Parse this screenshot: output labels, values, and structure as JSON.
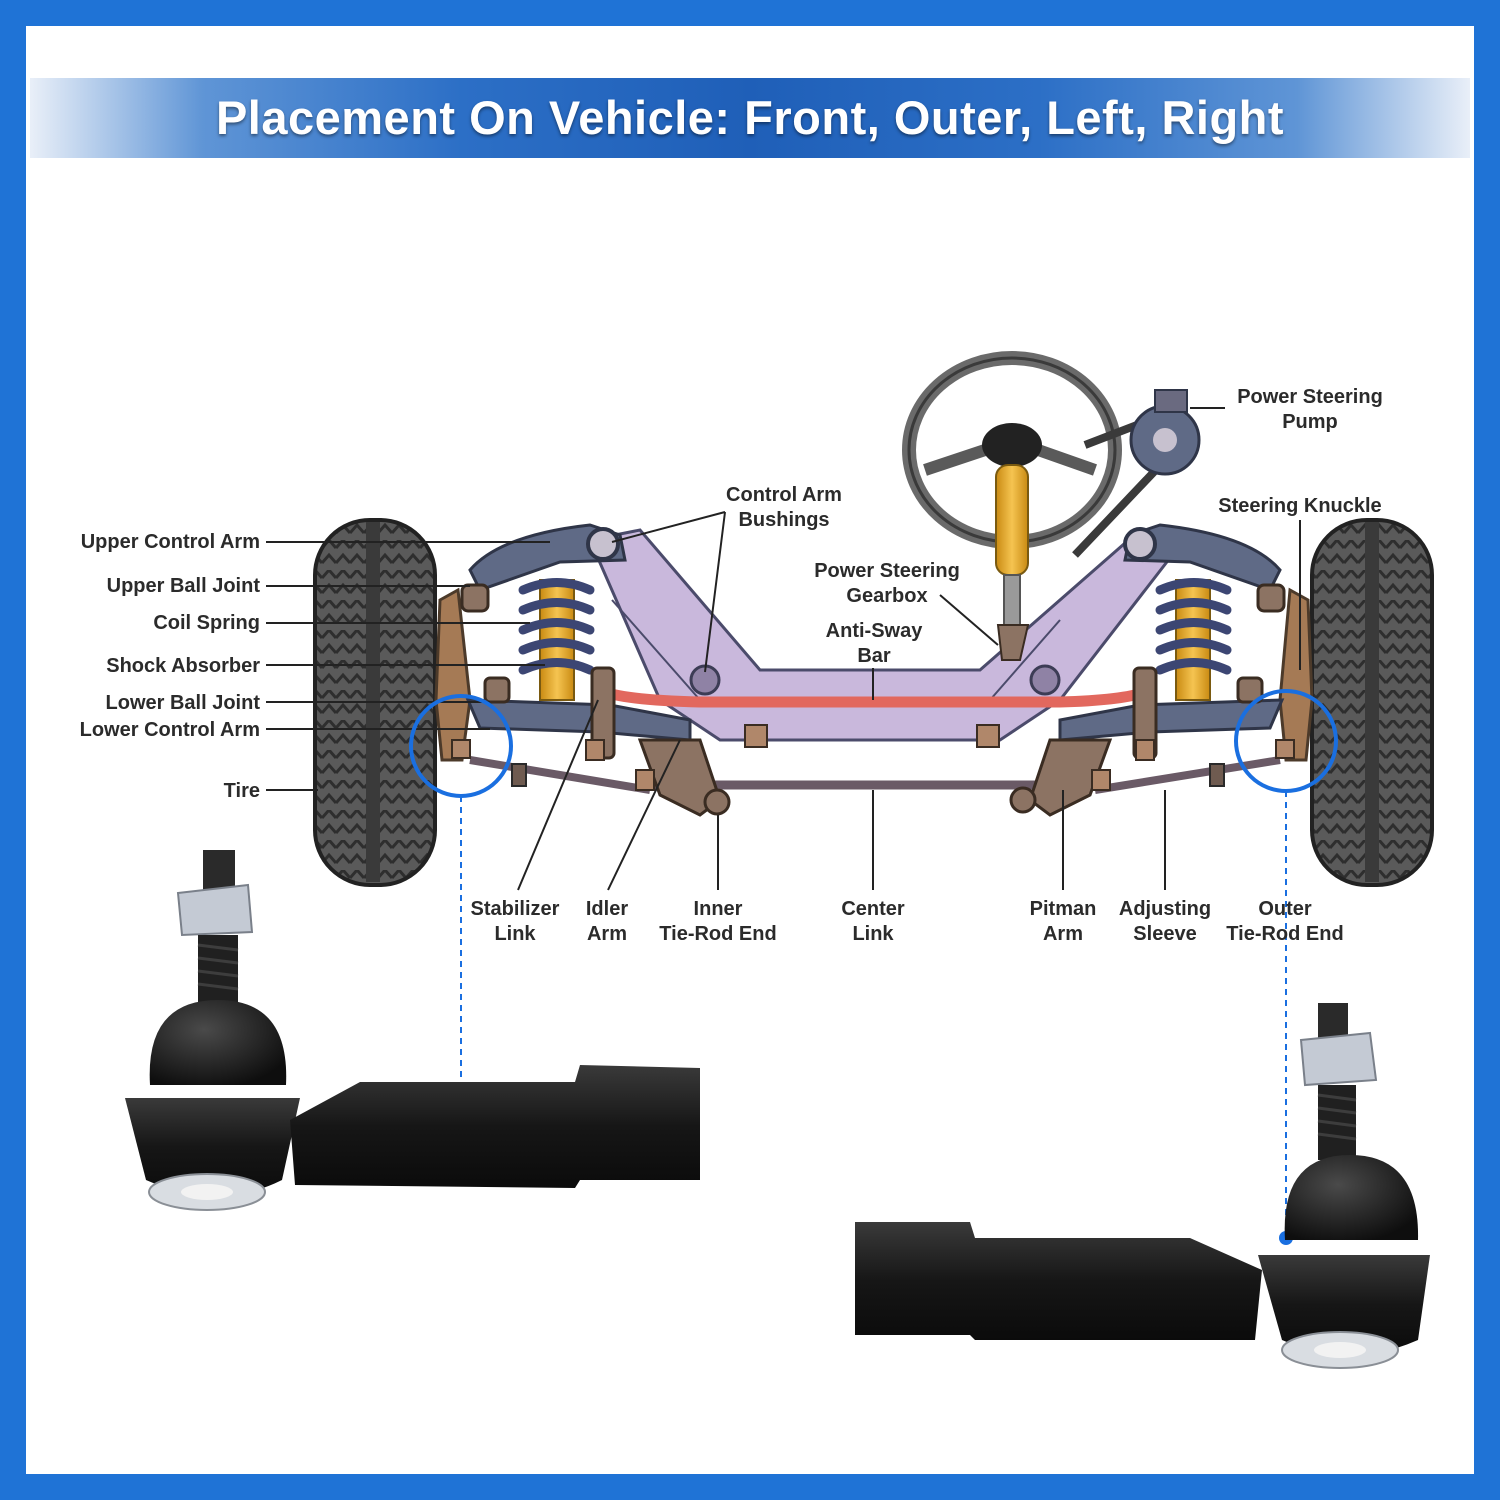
{
  "banner": {
    "title": "Placement On Vehicle: Front, Outer, Left, Right"
  },
  "labels": {
    "upper_control_arm": "Upper Control Arm",
    "upper_ball_joint": "Upper Ball Joint",
    "coil_spring": "Coil Spring",
    "shock_absorber": "Shock Absorber",
    "lower_ball_joint": "Lower Ball Joint",
    "lower_control_arm": "Lower Control Arm",
    "tire": "Tire",
    "control_arm_bushings": [
      "Control Arm",
      "Bushings"
    ],
    "power_steering_gearbox": [
      "Power Steering",
      "Gearbox"
    ],
    "anti_sway_bar": [
      "Anti-Sway",
      "Bar"
    ],
    "power_steering_pump": [
      "Power Steering",
      "Pump"
    ],
    "steering_knuckle": "Steering Knuckle",
    "stabilizer_link": [
      "Stabilizer",
      "Link"
    ],
    "idler_arm": [
      "Idler",
      "Arm"
    ],
    "inner_tie_rod_end": [
      "Inner",
      "Tie-Rod End"
    ],
    "center_link": [
      "Center",
      "Link"
    ],
    "pitman_arm": [
      "Pitman",
      "Arm"
    ],
    "adjusting_sleeve": [
      "Adjusting",
      "Sleeve"
    ],
    "outer_tie_rod_end": [
      "Outer",
      "Tie-Rod End"
    ]
  },
  "colors": {
    "frame_blue": "#1f73d6",
    "highlight_blue": "#1a6fe0",
    "subframe_lavender": "#c9b8dc",
    "arm_slate": "#5f6a86",
    "sway_bar_red": "#e2685e",
    "spring_navy": "#3c4673",
    "shock_gold": "#e7ab2e",
    "tire_gray": "#555555",
    "part_black": "#1c1c1c"
  }
}
